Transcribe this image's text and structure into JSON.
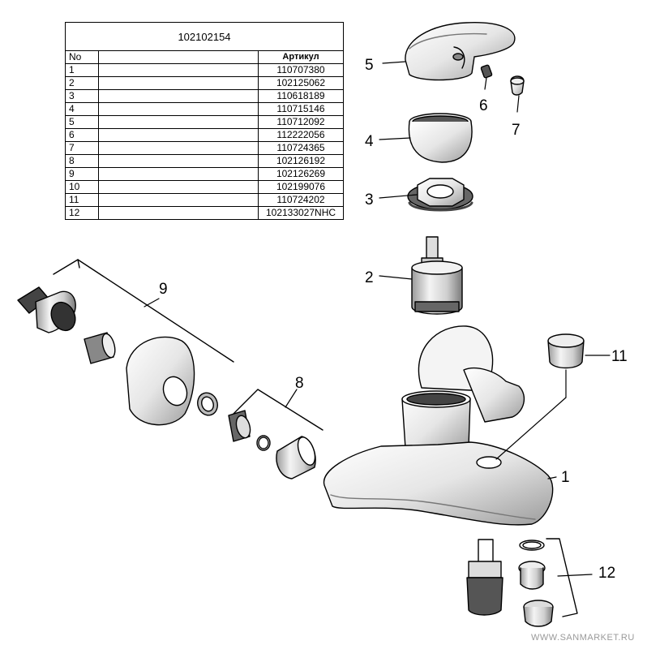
{
  "table": {
    "title": "102102154",
    "header": {
      "no": "No",
      "name": "",
      "article": "Артикул"
    },
    "rows": [
      {
        "no": "1",
        "article": "110707380"
      },
      {
        "no": "2",
        "article": "102125062"
      },
      {
        "no": "3",
        "article": "110618189"
      },
      {
        "no": "4",
        "article": "110715146"
      },
      {
        "no": "5",
        "article": "110712092"
      },
      {
        "no": "6",
        "article": "112222056"
      },
      {
        "no": "7",
        "article": "110724365"
      },
      {
        "no": "8",
        "article": "102126192"
      },
      {
        "no": "9",
        "article": "102126269"
      },
      {
        "no": "10",
        "article": "102199076"
      },
      {
        "no": "11",
        "article": "110724202"
      },
      {
        "no": "12",
        "article": "102133027NHC"
      }
    ]
  },
  "callouts": {
    "c1": "1",
    "c2": "2",
    "c3": "3",
    "c4": "4",
    "c5": "5",
    "c6": "6",
    "c7": "7",
    "c8": "8",
    "c9": "9",
    "c11": "11",
    "c12": "12"
  },
  "watermark": "WWW.SANMARKET.RU",
  "colors": {
    "line": "#000000",
    "metal": "#d8d8d8",
    "dark_metal": "#555555",
    "watermark": "#9a9a9a"
  }
}
